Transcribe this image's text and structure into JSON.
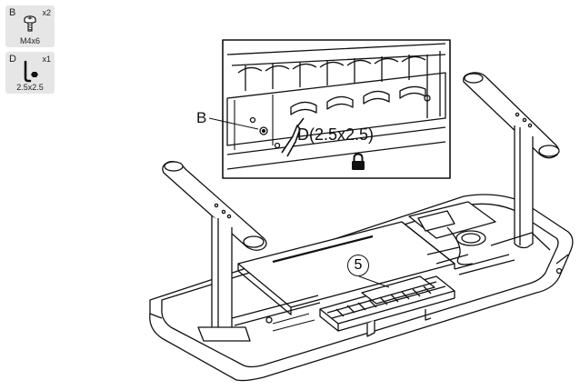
{
  "parts": [
    {
      "letter": "B",
      "qty": "x2",
      "size": "M4x6",
      "icon": "screw-icon"
    },
    {
      "letter": "D",
      "qty": "x1",
      "size": "2.5x2.5",
      "icon": "hex-key-icon"
    }
  ],
  "callouts": {
    "screw_label": "B",
    "tool_label": "D(2.5x2.5)",
    "lock_icon": "lock-icon"
  },
  "step": {
    "marker": "5"
  }
}
